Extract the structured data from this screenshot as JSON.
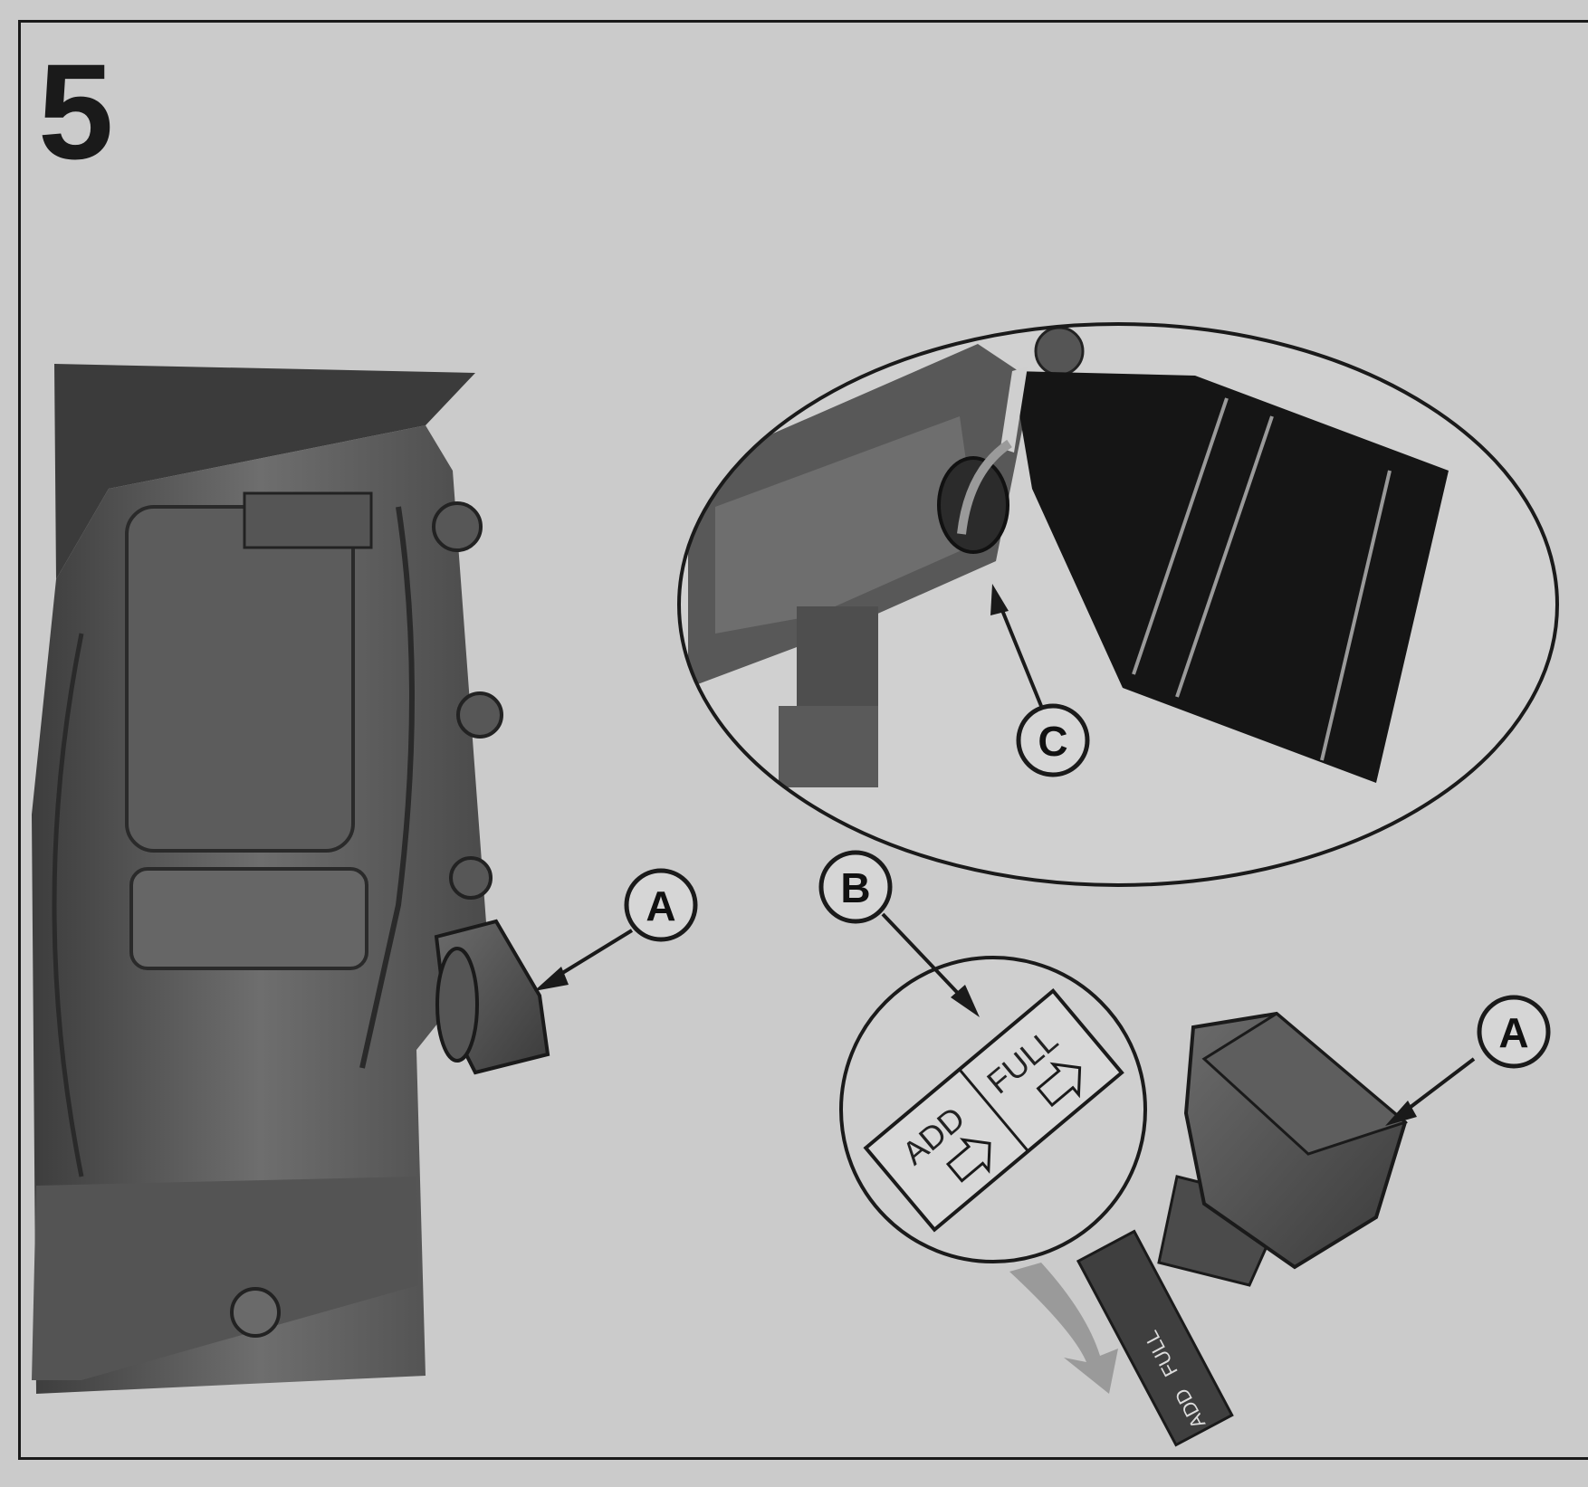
{
  "step": {
    "number": "5"
  },
  "callouts": {
    "a_engine": "A",
    "a_dipstick": "A",
    "b": "B",
    "c": "C"
  },
  "decal": {
    "full": "FULL",
    "add": "ADD"
  },
  "dipstick_blade": {
    "full": "FULL",
    "add": "ADD"
  },
  "colors": {
    "background": "#cbcbcb",
    "line": "#1a1a1a",
    "engine_dark": "#4a4a4a",
    "engine_mid": "#6a6a6a",
    "bottle": "#151515",
    "arrow_light": "#9a9a9a"
  }
}
